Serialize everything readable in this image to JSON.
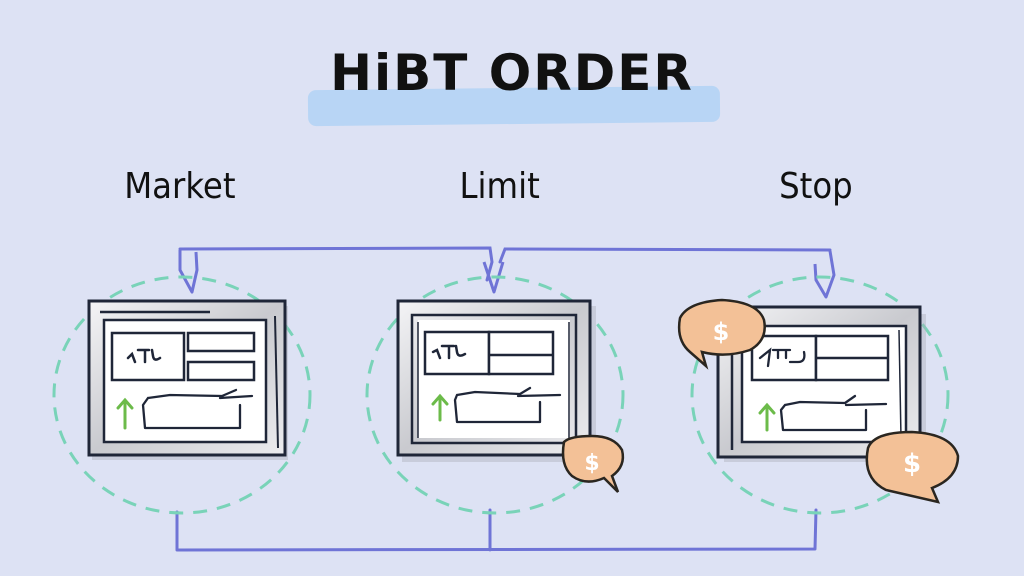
{
  "title": "HiBT ORDER",
  "order_types": [
    {
      "label": "Market",
      "coin_badges": 0
    },
    {
      "label": "Limit",
      "coin_badges": 1
    },
    {
      "label": "Stop",
      "coin_badges": 2
    }
  ],
  "coin_symbol": "$",
  "colors": {
    "background": "#dde2f4",
    "title_highlight": "#b8d5f5",
    "connector": "#6f74d6",
    "dashed_circle": "#79d3b8",
    "coin_badge": "#f3c197",
    "up_arrow": "#6cbb4a"
  }
}
